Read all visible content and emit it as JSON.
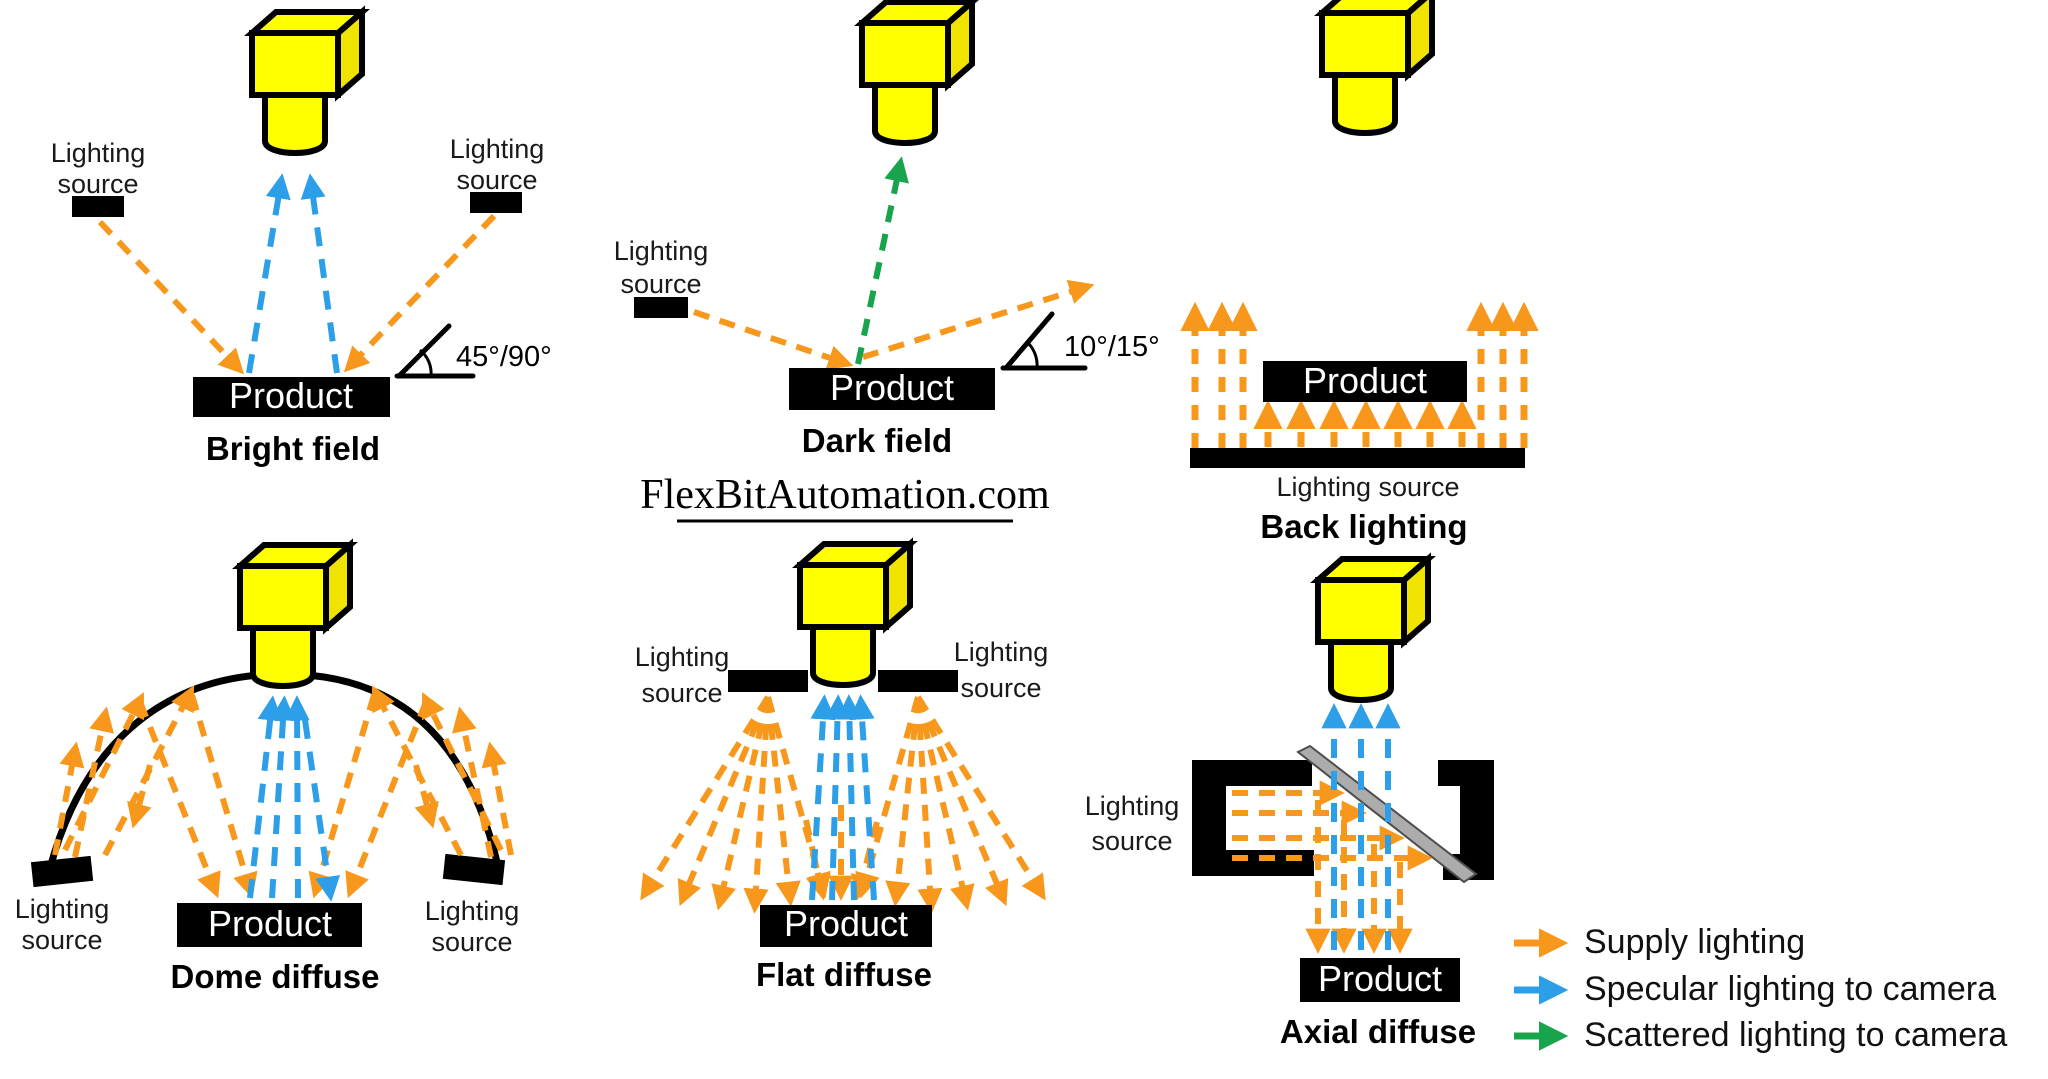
{
  "colors": {
    "supply_orange": "#F7981D",
    "specular_blue": "#2D9FE8",
    "scattered_green": "#18A44C",
    "camera_yellow": "#FFFF00",
    "camera_shade": "#F0E300",
    "splitter_gray": "#ACACAC",
    "product_bar_black": "#000000",
    "product_text_white": "#FFFFFF"
  },
  "watermark": "FlexBitAutomation.com",
  "shared": {
    "product": "Product",
    "lighting": "Lighting",
    "source": "source",
    "lighting_source": "Lighting source"
  },
  "diagrams": {
    "bright_field": {
      "title": "Bright field",
      "angle_label": "45°/90°"
    },
    "dark_field": {
      "title": "Dark field",
      "angle_label": "10°/15°"
    },
    "back_lighting": {
      "title": "Back lighting"
    },
    "dome_diffuse": {
      "title": "Dome diffuse"
    },
    "flat_diffuse": {
      "title": "Flat diffuse"
    },
    "axial_diffuse": {
      "title": "Axial diffuse"
    }
  },
  "legend": {
    "items": [
      {
        "label": "Supply lighting",
        "color": "#F7981D"
      },
      {
        "label": "Specular lighting to camera",
        "color": "#2D9FE8"
      },
      {
        "label": "Scattered lighting to camera",
        "color": "#18A44C"
      }
    ]
  }
}
